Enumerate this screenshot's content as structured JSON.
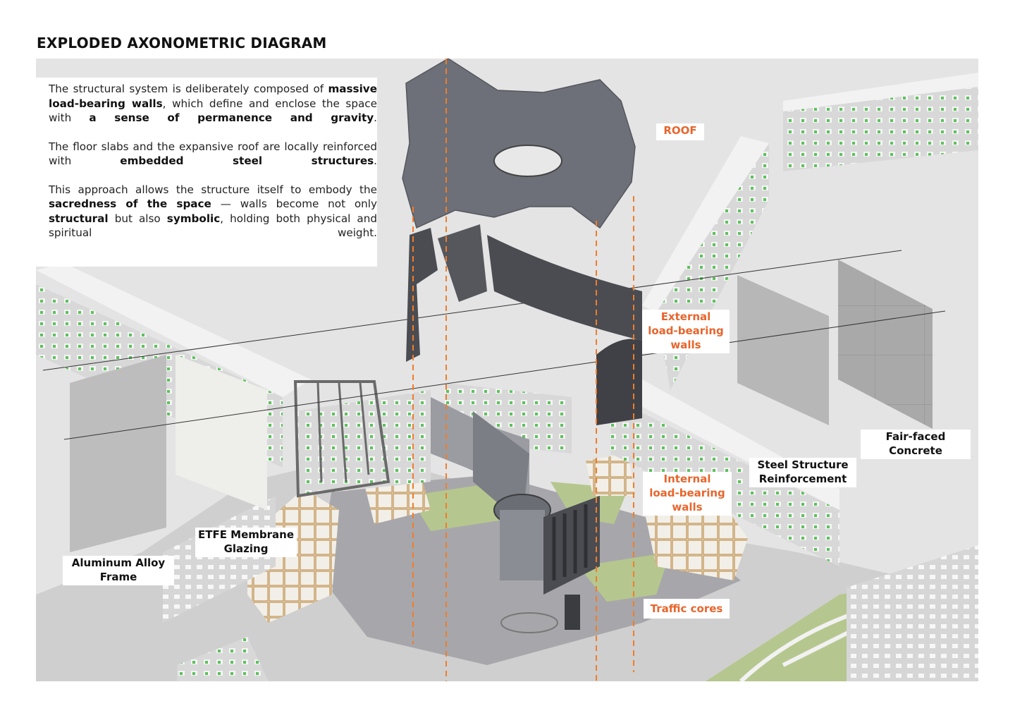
{
  "title": "EXPLODED AXONOMETRIC DIAGRAM",
  "description": {
    "p1": {
      "t1": "The structural system is deliberately composed of ",
      "b1": "massive load-bearing walls",
      "t2": ", which define and enclose the space with ",
      "b2": "a sense of permanence and gravity",
      "t3": "."
    },
    "p2": {
      "t1": "The floor slabs and the expansive roof are locally reinforced with ",
      "b1": "embedded steel structures",
      "t2": "."
    },
    "p3": {
      "t1": "This approach allows the structure itself to embody the ",
      "b1": "sacredness of the space",
      "t2": " — walls become not only ",
      "b2": "structural",
      "t3": " but also ",
      "b3": "symbolic",
      "t4": ", holding both physical and spiritual weight."
    }
  },
  "labels": {
    "roof": "ROOF",
    "external_walls": [
      "External",
      "load-bearing",
      "walls"
    ],
    "internal_walls": [
      "Internal",
      "load-bearing",
      "walls"
    ],
    "traffic_cores": "Traffic cores",
    "steel": [
      "Steel Structure",
      "Reinforcement"
    ],
    "concrete": [
      "Fair-faced",
      "Concrete"
    ],
    "etfe": [
      "ETFE Membrane",
      "Glazing"
    ],
    "aluminum": [
      "Aluminum Alloy",
      "Frame"
    ]
  },
  "colors": {
    "accent": "#e8652c",
    "guide_lines": "#f07d2a",
    "background": "#e4e4e4",
    "walls": "#4a4c52",
    "roof": "#6d7078",
    "grass": "#b5c78e",
    "building_windows": "#5cc25c"
  }
}
